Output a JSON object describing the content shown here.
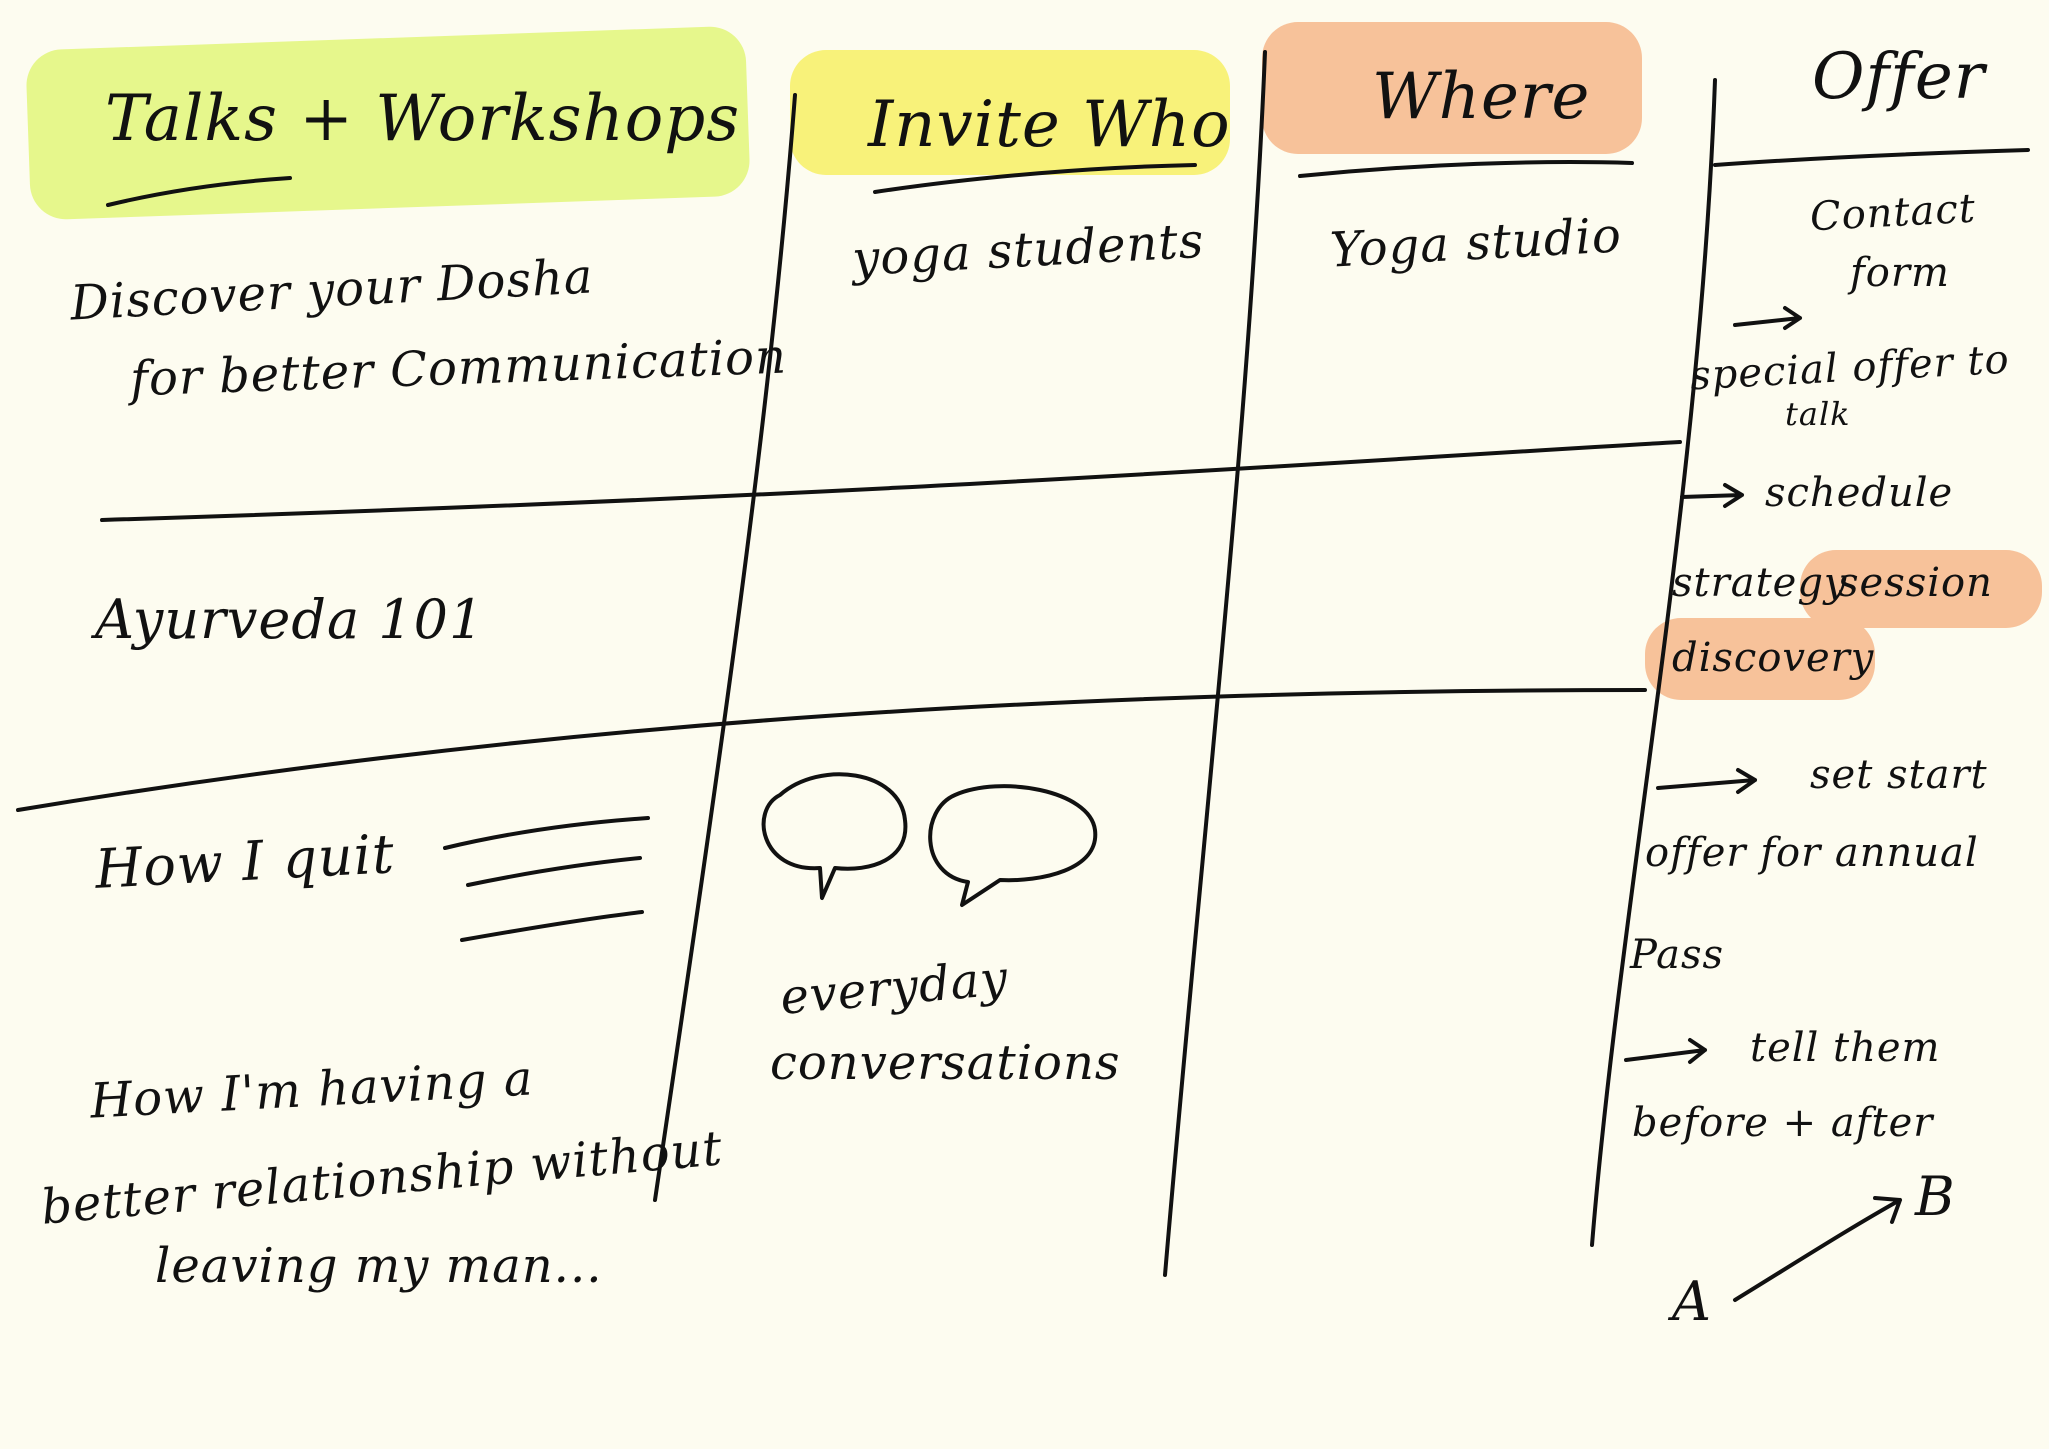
{
  "colors": {
    "paper": "#fdfcf0",
    "ink": "#111111",
    "highlight_green": "#e6f78c",
    "highlight_yellow": "#f8f27a",
    "highlight_orange": "#f7c29a"
  },
  "headers": {
    "talks": "Talks + Workshops",
    "invite": "Invite Who",
    "where": "Where",
    "offer": "Offer"
  },
  "row1": {
    "talk_line1": "Discover your Dosha",
    "talk_line2": "for better Communication",
    "invite": "yoga students",
    "where": "Yoga studio",
    "offer_1a": "Contact",
    "offer_1b": "form",
    "offer_2a": "special offer to",
    "offer_2b": "talk"
  },
  "row2": {
    "talk": "Ayurveda 101",
    "offer_3a": "schedule",
    "offer_3b": "strategy",
    "offer_3c": "session",
    "offer_3d": "discovery"
  },
  "row3": {
    "talk_a": "How I quit",
    "talk_b_line1": "How I'm having a",
    "talk_b_line2": "better relationship without",
    "talk_b_line3": "leaving my man...",
    "invite_line1": "everyday",
    "invite_line2": "conversations",
    "offer_4a": "set start",
    "offer_4b": "offer for annual",
    "offer_4c": "Pass",
    "offer_5a": "tell them",
    "offer_5b": "before + after",
    "label_a": "A",
    "label_b": "B"
  }
}
